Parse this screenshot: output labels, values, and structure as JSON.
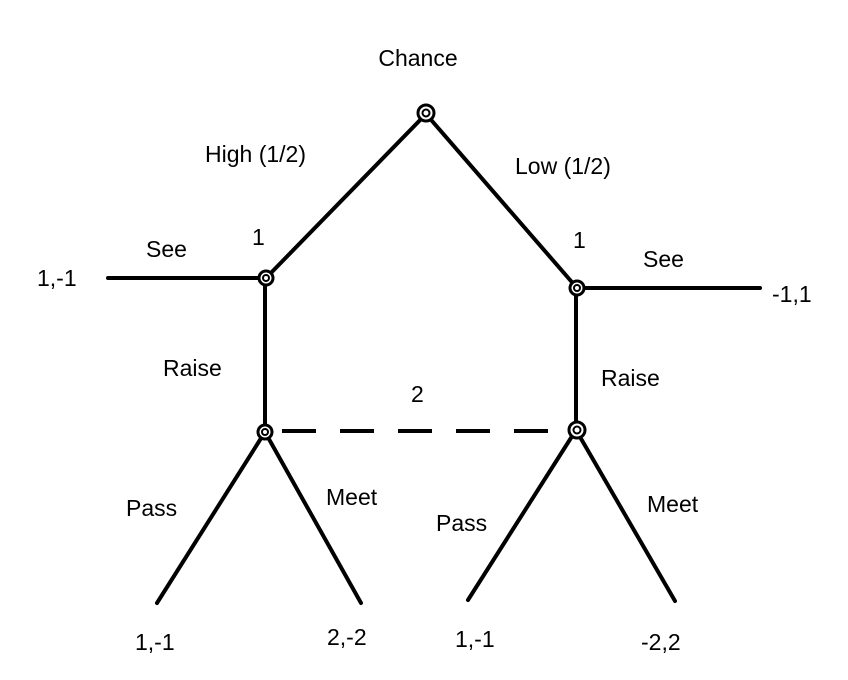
{
  "diagram": {
    "root": {
      "label": "Chance"
    },
    "chance_branches": {
      "high": "High (1/2)",
      "low": "Low (1/2)"
    },
    "player1_nodes": {
      "left_label": "1",
      "right_label": "1"
    },
    "player1_actions": {
      "left_see": "See",
      "left_raise": "Raise",
      "right_see": "See",
      "right_raise": "Raise"
    },
    "information_set": {
      "label": "2"
    },
    "player2_actions": {
      "left_pass": "Pass",
      "left_meet": "Meet",
      "right_pass": "Pass",
      "right_meet": "Meet"
    },
    "payoffs": {
      "left_see": "1,-1",
      "right_see": "-1,1",
      "left_pass": "1,-1",
      "left_meet": "2,-2",
      "right_pass": "1,-1",
      "right_meet": "-2,2"
    },
    "colors": {
      "line": "#000000",
      "background": "#ffffff",
      "text": "#000000"
    }
  }
}
